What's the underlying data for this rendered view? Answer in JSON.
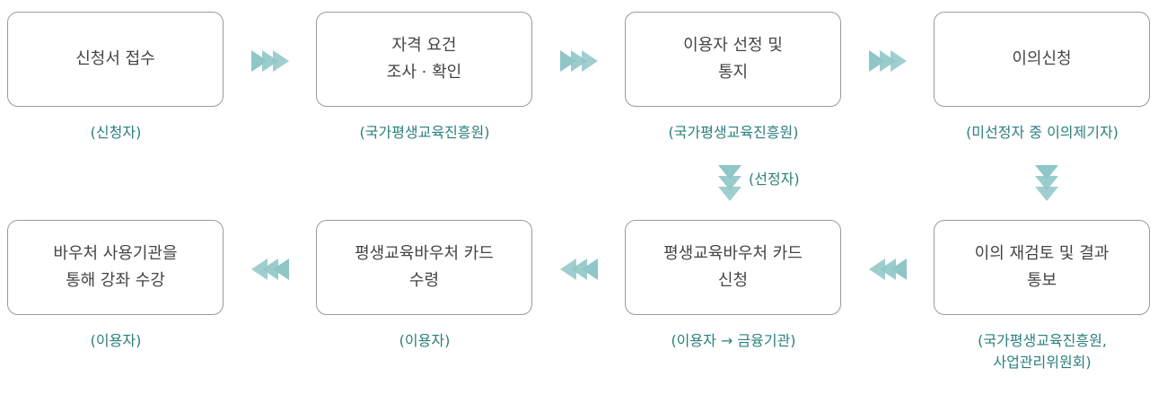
{
  "steps": [
    {
      "label": "신청서 접수",
      "caption": "(신청자)"
    },
    {
      "label": "자격 요건\n조사 · 확인",
      "caption": "(국가평생교육진흥원)"
    },
    {
      "label": "이용자 선정 및\n통지",
      "caption": "(국가평생교육진흥원)"
    },
    {
      "label": "이의신청",
      "caption": "(미선정자 중 이의제기자)"
    },
    {
      "label": "이의 재검토 및 결과\n통보",
      "caption": "(국가평생교육진흥원,\n사업관리위원회)"
    },
    {
      "label": "평생교육바우처 카드\n신청",
      "caption": "(이용자 → 금융기관)"
    },
    {
      "label": "평생교육바우처 카드\n수령",
      "caption": "(이용자)"
    },
    {
      "label": "바우처 사용기관을\n통해 강좌 수강",
      "caption": "(이용자)"
    }
  ],
  "branch_label": "(선정자)",
  "colors": {
    "arrow": "#8fc6c7",
    "arrow_dark": "#6fb0b2",
    "caption": "#2a7f7c",
    "box_border": "#9a9a9a"
  }
}
